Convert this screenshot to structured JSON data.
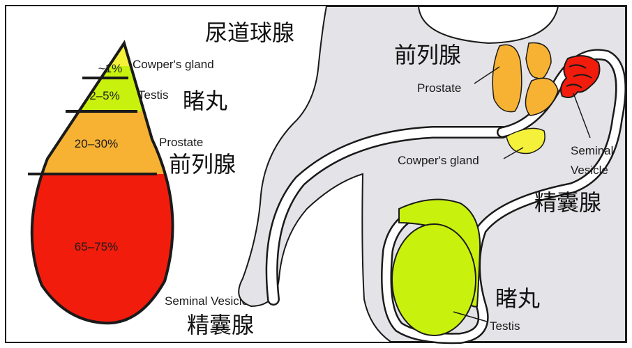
{
  "drop_segments": [
    {
      "key": "cowper",
      "percent": "~1%",
      "color": "#f5f03a"
    },
    {
      "key": "testis",
      "percent": "2–5%",
      "color": "#c8f20e"
    },
    {
      "key": "prostate",
      "percent": "20–30%",
      "color": "#f7b233"
    },
    {
      "key": "seminal",
      "percent": "65–75%",
      "color": "#f21c0c"
    }
  ],
  "drop_labels": {
    "cowper_en": "Cowper's gland",
    "testis_en": "Testis",
    "testis_zh": "睹丸",
    "prostate_en": "Prostate",
    "prostate_zh": "前列腺",
    "seminal_en": "Seminal Vesicle",
    "seminal_zh": "精囊腺"
  },
  "anatomy_labels": {
    "bulbourethral_zh": "尿道球腺",
    "prostate_zh": "前列腺",
    "prostate_en": "Prostate",
    "cowper_en": "Cowper's gland",
    "seminal_en_line1": "Seminal",
    "seminal_en_line2": "Vesicle",
    "seminal_zh": "精囊腺",
    "testis_zh": "睹丸",
    "testis_en": "Testis"
  },
  "colors": {
    "tissue": "#e4e4e8",
    "outline": "#1a1a1a",
    "prostate": "#f7b233",
    "cowper": "#f5f03a",
    "testis": "#c8f20e",
    "seminal": "#f21c0c"
  }
}
